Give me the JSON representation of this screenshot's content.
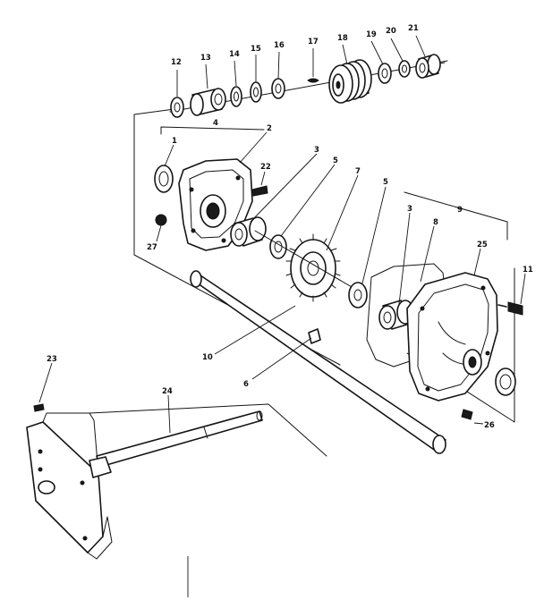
{
  "diagram": {
    "callouts": {
      "c1": "1",
      "c2": "2",
      "c3a": "3",
      "c3b": "3",
      "c4": "4",
      "c5a": "5",
      "c5b": "5",
      "c6": "6",
      "c7": "7",
      "c8": "8",
      "c9": "9",
      "c10": "10",
      "c11": "11",
      "c12": "12",
      "c13": "13",
      "c14": "14",
      "c15": "15",
      "c16": "16",
      "c17": "17",
      "c18": "18",
      "c19": "19",
      "c20": "20",
      "c21": "21",
      "c22": "22",
      "c23": "23",
      "c24": "24",
      "c25": "25",
      "c26": "26",
      "c27": "27"
    },
    "colors": {
      "ink": "#151515",
      "paper": "#ffffff"
    }
  }
}
